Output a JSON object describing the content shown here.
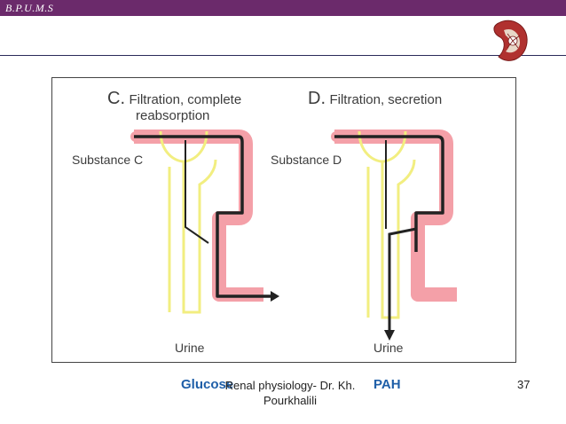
{
  "header": {
    "brand": "B.P.U.M.S",
    "colors": {
      "bar": "#6b2a6b",
      "rule": "#2a2a5a"
    },
    "logo_icon": "kidney-logo-icon"
  },
  "figure": {
    "panel_c": {
      "letter": "C.",
      "title_line1": "Filtration, complete",
      "title_line2": "reabsorption",
      "substance_label": "Substance C",
      "urine_label": "Urine"
    },
    "panel_d": {
      "letter": "D.",
      "title": "Filtration, secretion",
      "substance_label": "Substance D",
      "urine_label": "Urine"
    },
    "colors": {
      "vessel": "#f4a0a8",
      "tubule": "#f2ee80",
      "flow": "#222222"
    }
  },
  "labels": {
    "left": "Glucose",
    "right": "PAH"
  },
  "footer": {
    "line1": "Renal physiology- Dr. Kh.",
    "line2": "Pourkhalili",
    "page_number": "37"
  }
}
